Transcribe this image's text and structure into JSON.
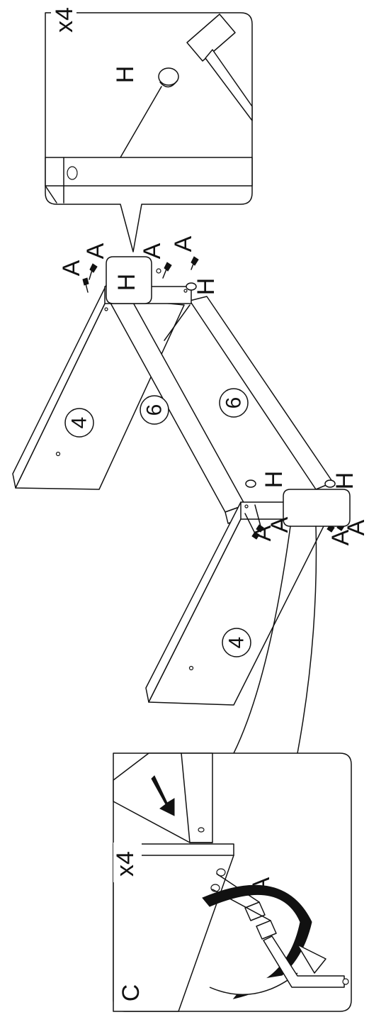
{
  "diagram": {
    "parts": {
      "side_panel_label": "4",
      "rail_label": "6"
    },
    "hardware": {
      "bolt_label": "A",
      "dowel_label": "H",
      "wrench_label": "C"
    },
    "callouts": {
      "dowel_detail_qty": "x4",
      "bolt_detail_qty": "x4"
    },
    "colors": {
      "ink": "#111111",
      "paper": "#ffffff"
    }
  }
}
